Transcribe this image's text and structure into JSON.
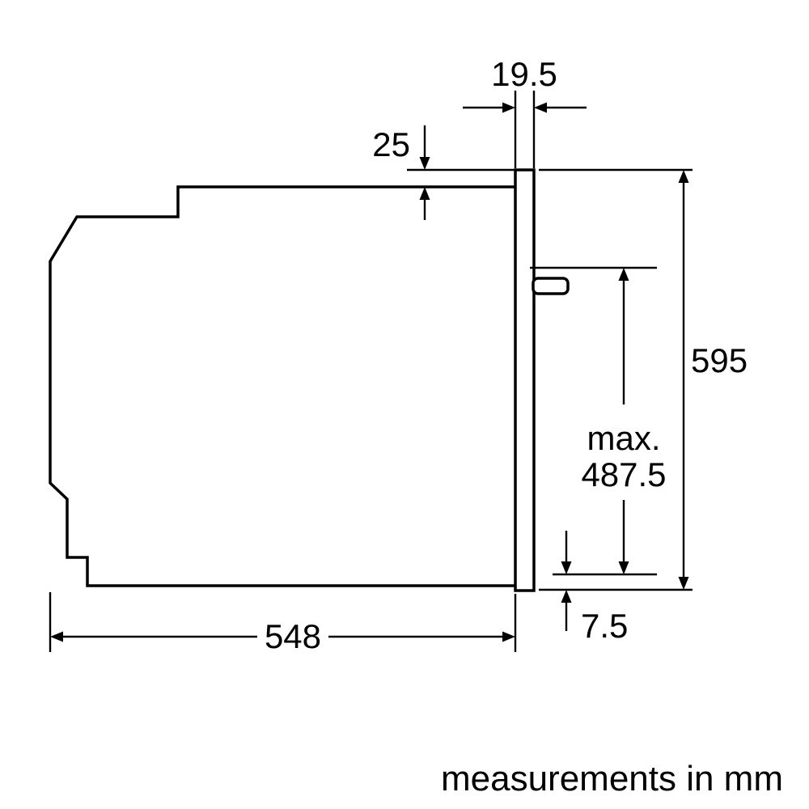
{
  "diagram": {
    "subject": "built-in-oven-side-profile-dimension-drawing",
    "footer": "measurements in mm",
    "colors": {
      "line": "#000000",
      "background": "#ffffff",
      "text": "#000000"
    },
    "dimensions": {
      "door_thickness": "19.5",
      "top_overhang": "25",
      "overall_height": "595",
      "max_depth_prefix": "max.",
      "max_depth_value": "487.5",
      "bottom_clearance": "7.5",
      "body_depth": "548"
    }
  }
}
